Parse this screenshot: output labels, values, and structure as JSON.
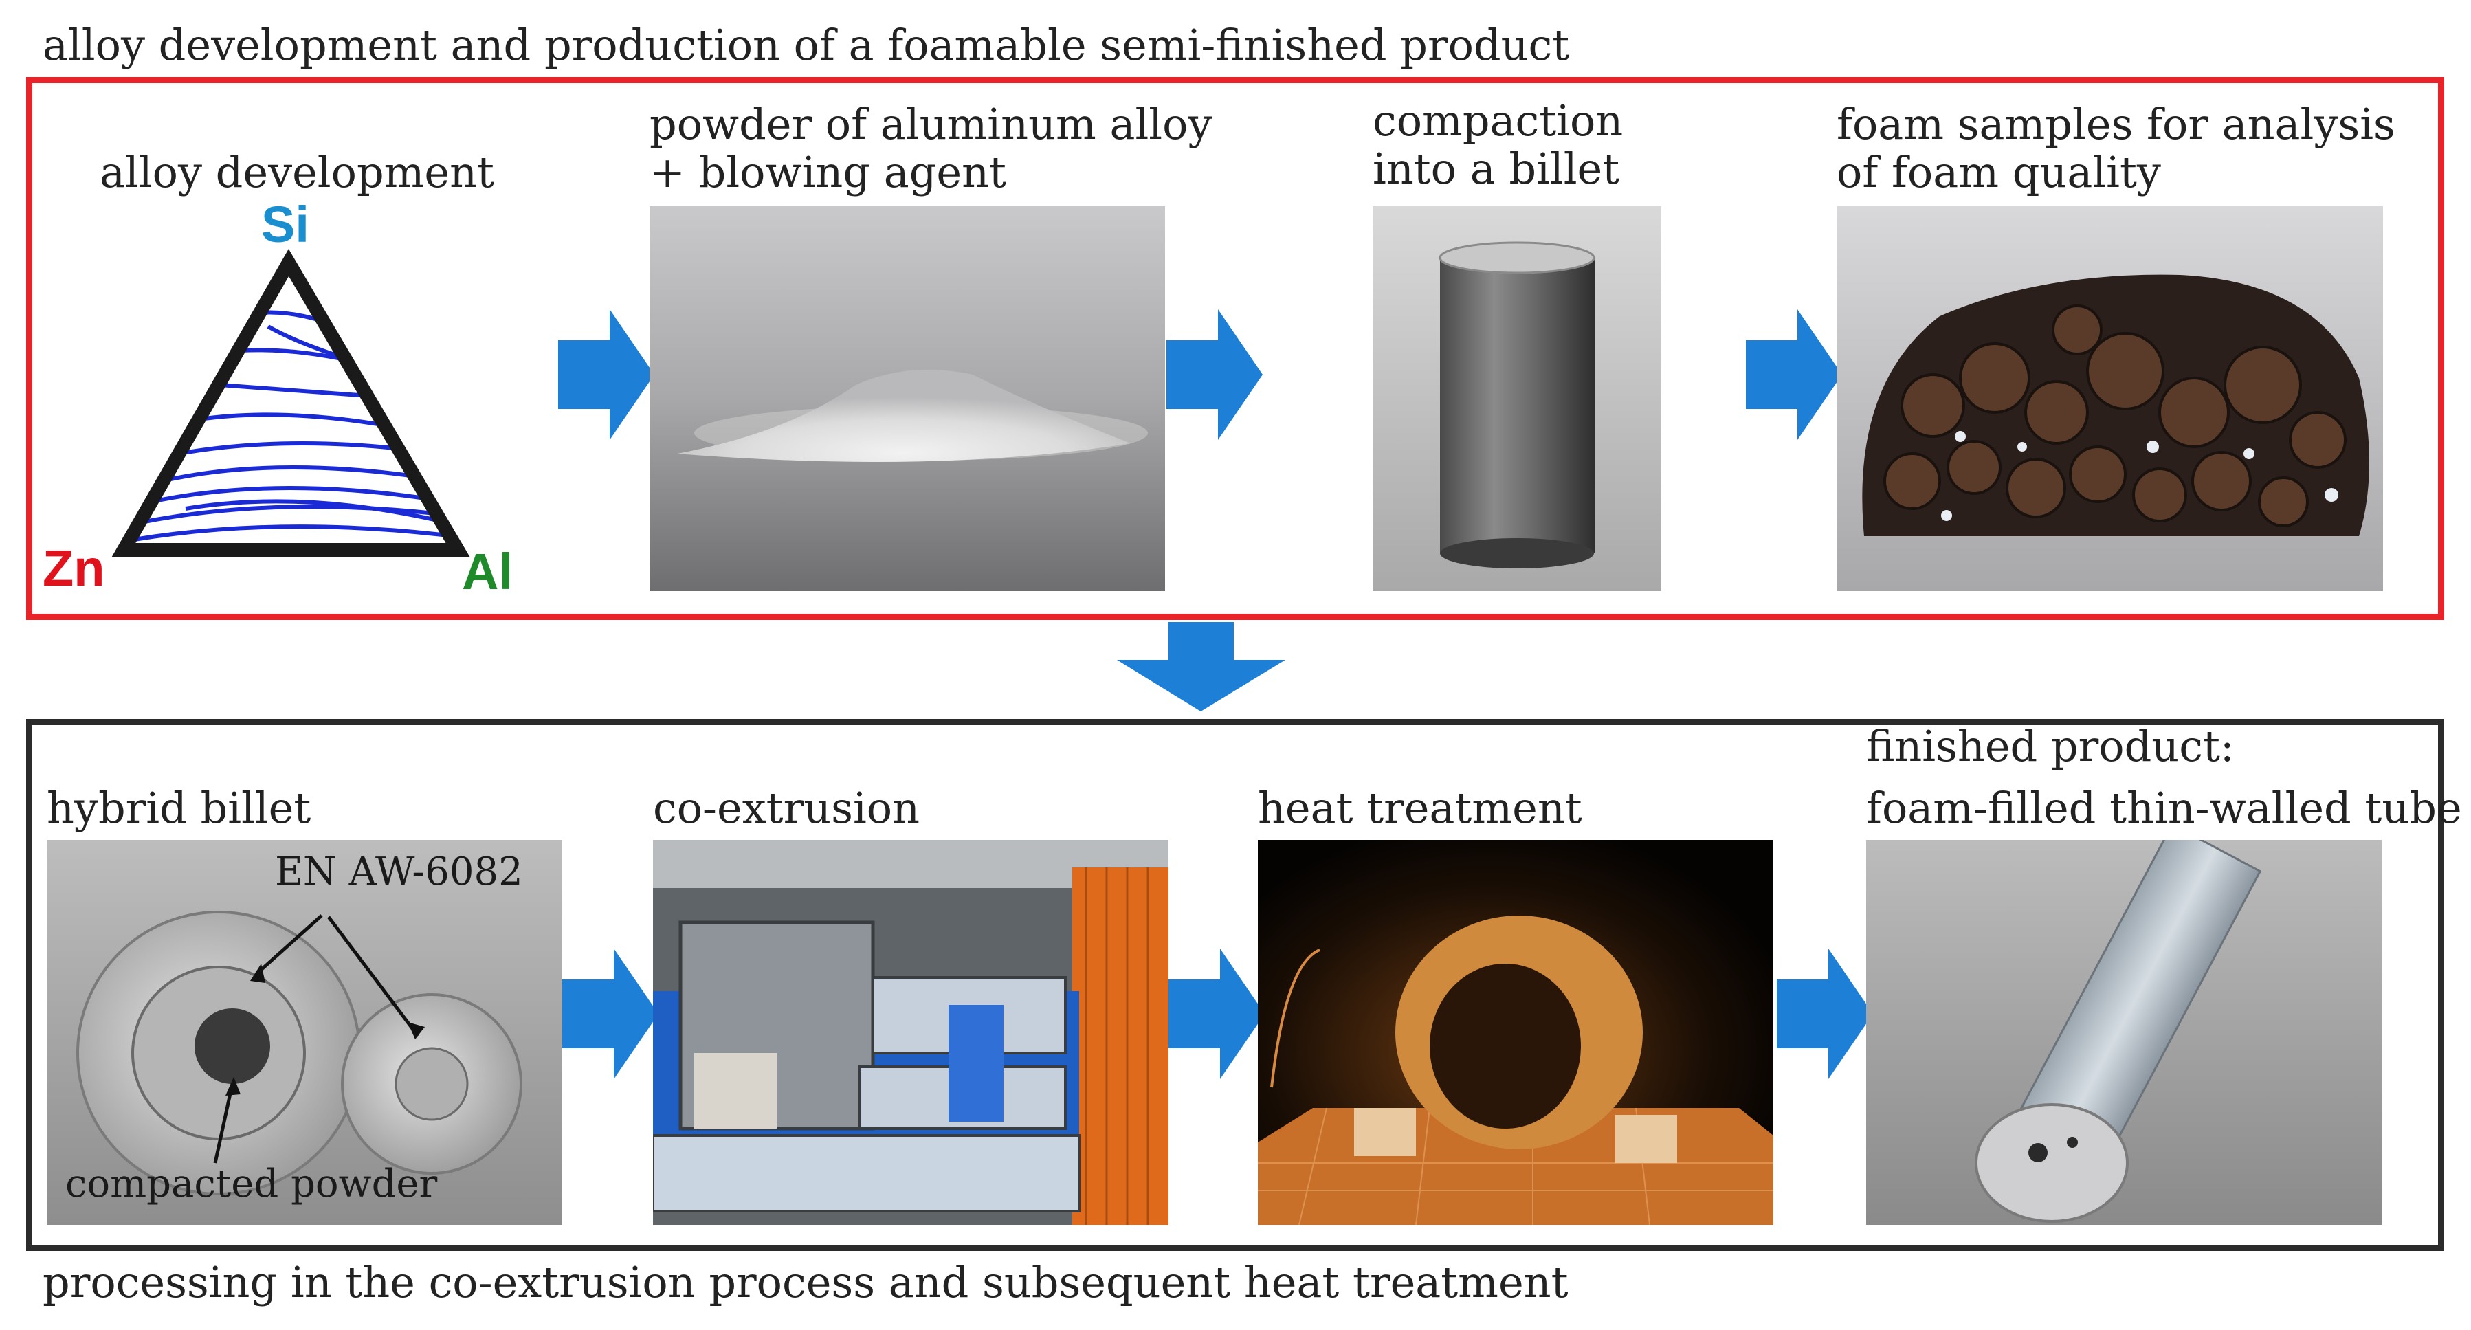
{
  "top_caption": "alloy development and production of a foamable semi-finished product",
  "bottom_caption": "processing in the co-extrusion process and subsequent heat treatment",
  "colors": {
    "top_frame": "#e8232a",
    "bottom_frame": "#2b2b2b",
    "arrow": "#1d7fd6",
    "si": "#1a8fd0",
    "zn": "#e0121b",
    "al": "#1f8a2a",
    "ternary_lines": "#1a2ad6"
  },
  "top_row": {
    "alloy": {
      "title": "alloy development",
      "vertex_top": "Si",
      "vertex_left": "Zn",
      "vertex_right": "Al"
    },
    "powder": {
      "title_line1": "powder of aluminum alloy",
      "title_line2": "+ blowing agent"
    },
    "compaction": {
      "title_line1": "compaction",
      "title_line2": "into a billet"
    },
    "foam": {
      "title_line1": "foam samples for analysis",
      "title_line2": "of foam quality"
    }
  },
  "bottom_row": {
    "hybrid": {
      "title": "hybrid billet",
      "annotation_top": "EN AW-6082",
      "annotation_bottom": "compacted powder"
    },
    "coextrusion": {
      "title": "co-extrusion"
    },
    "heat": {
      "title": "heat treatment"
    },
    "finished": {
      "title_line1": "finished product:",
      "title_line2": "foam-filled thin-walled tube"
    }
  },
  "icons": [
    "arrow-right-icon",
    "arrow-down-icon"
  ]
}
